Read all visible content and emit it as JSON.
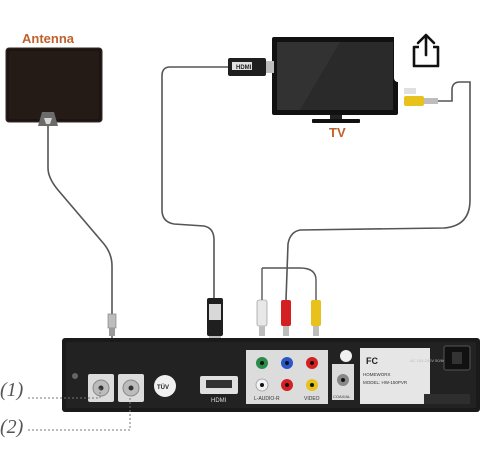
{
  "labels": {
    "antenna": "Antenna",
    "tv": "TV",
    "callout_1": "(1)",
    "callout_2": "(2)",
    "hdmi_port": "HDMI",
    "hdmi_plug": "HDMI",
    "box_model": "MODEL: HW-150PVR",
    "box_brand": "HOMEWORX",
    "cert": "TÜV",
    "fc": "FC",
    "audio_label": "L-AUDIO-R",
    "video_label": "VIDEO",
    "coax_label": "COAXIAL",
    "power": "AC 100-240V 50/60Hz"
  },
  "icons": {
    "share": "share-icon"
  },
  "colors": {
    "label_orange": "#c0602a",
    "box_body": "#1a1a1a",
    "rca_red": "#d42020",
    "rca_yellow": "#e8c21a",
    "rca_white": "#e8e8e8",
    "cable": "#555555"
  }
}
